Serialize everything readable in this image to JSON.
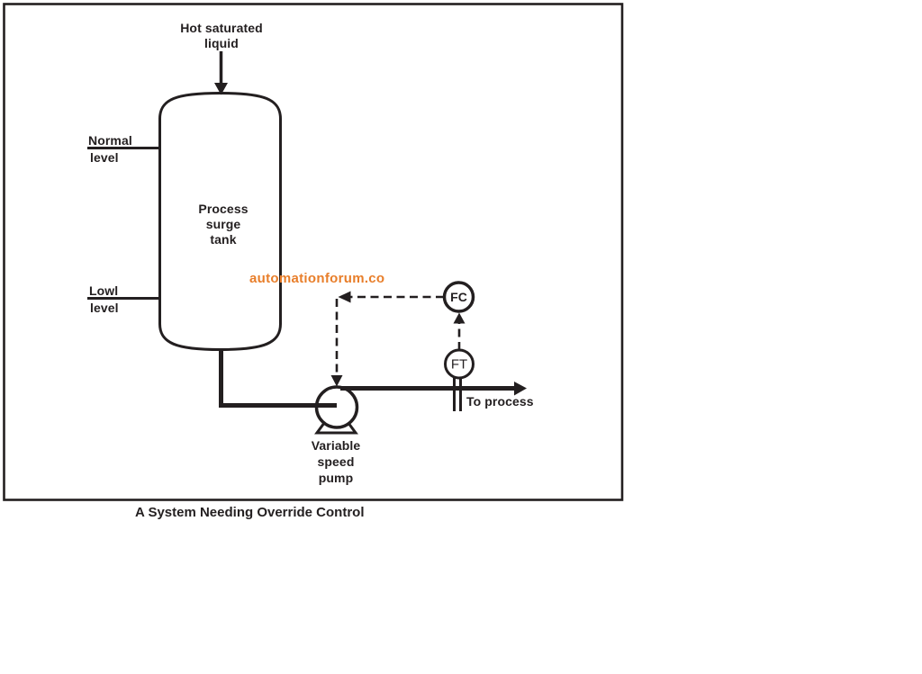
{
  "colors": {
    "ink": "#231f20",
    "watermark": "#e87e2a",
    "background": "#ffffff"
  },
  "diagram": {
    "inlet_label": "Hot saturated\nliquid",
    "normal_level": {
      "line1": "Normal",
      "line2": "level"
    },
    "low_level": {
      "line1": "Lowl",
      "line2": "level"
    },
    "tank_label": "Process\nsurge\ntank",
    "watermark": "automationforum.co",
    "flow_controller_tag": "FC",
    "flow_transmitter_tag": "FT",
    "outlet_label": "To process",
    "pump_label": "Variable\nspeed\npump"
  },
  "caption": "A System Needing Override Control"
}
